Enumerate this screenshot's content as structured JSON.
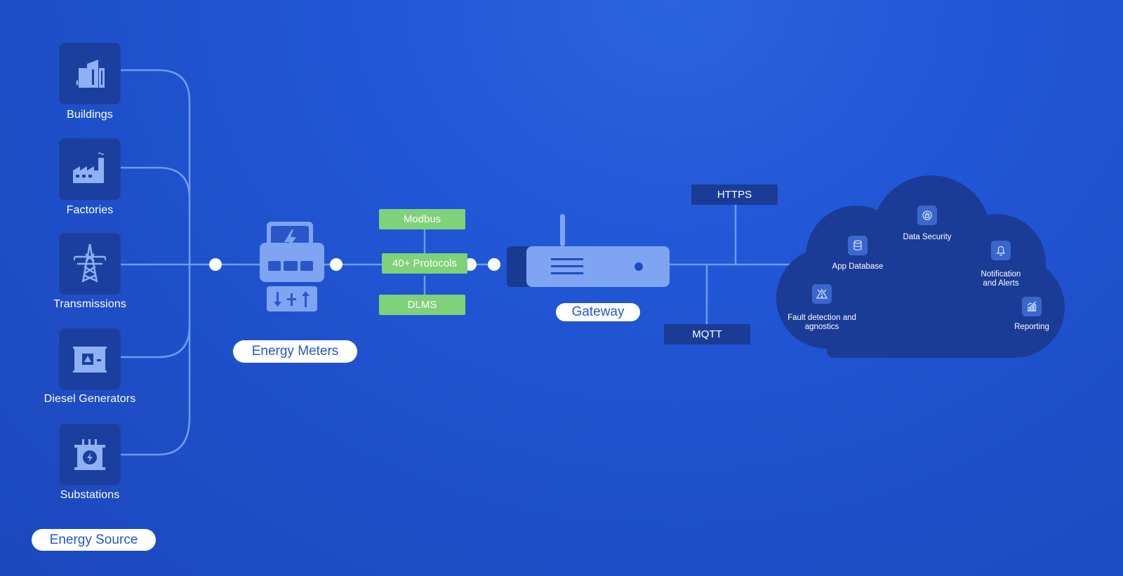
{
  "sources": {
    "items": [
      {
        "label": "Buildings",
        "icon": "building-icon"
      },
      {
        "label": "Factories",
        "icon": "factory-icon"
      },
      {
        "label": "Transmissions",
        "icon": "transmission-tower-icon"
      },
      {
        "label": "Diesel Generators",
        "icon": "diesel-generator-icon"
      },
      {
        "label": "Substations",
        "icon": "substation-icon"
      }
    ],
    "group_label": "Energy Source"
  },
  "meters": {
    "label": "Energy Meters",
    "icon": "energy-meter-icon"
  },
  "protocols": {
    "top": "Modbus",
    "middle": "40+ Protocols",
    "bottom": "DLMS"
  },
  "gateway": {
    "label": "Gateway",
    "icon": "router-icon"
  },
  "transport": {
    "https": "HTTPS",
    "mqtt": "MQTT"
  },
  "cloud": {
    "app_database": "App Database",
    "data_security": "Data Security",
    "notification_line1": "Notification",
    "notification_line2": "and Alerts",
    "fault_line1": "Fault detection and",
    "fault_line2": "agnostics",
    "reporting": "Reporting"
  },
  "colors": {
    "background": "#2156d6",
    "tile": "#1a3f9e",
    "line": "#6f9cf2",
    "protocol": "#7fd17a",
    "cloud": "#1a3c96",
    "device": "#7fa5f2"
  }
}
